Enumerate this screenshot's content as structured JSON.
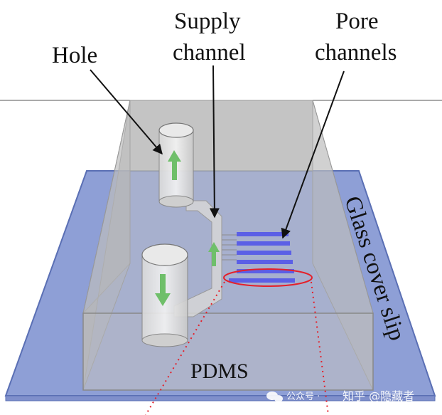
{
  "labels": {
    "hole": "Hole",
    "supply_line1": "Supply",
    "supply_line2": "channel",
    "pore_line1": "Pore",
    "pore_line2": "channels",
    "glass": "Glass cover slip",
    "pdms": "PDMS"
  },
  "watermark": {
    "wechat_text": "公众号 · ",
    "zhihu_text": "知乎 @隐藏者"
  },
  "colors": {
    "glass_fill": "#8e9fd6",
    "glass_edge": "#5a6fb4",
    "pdms_fill": "#bdbdbd",
    "pore_channel": "#5b5fe6",
    "highlight_ellipse": "#e4202a",
    "arrow_green": "#6fbf6a"
  }
}
